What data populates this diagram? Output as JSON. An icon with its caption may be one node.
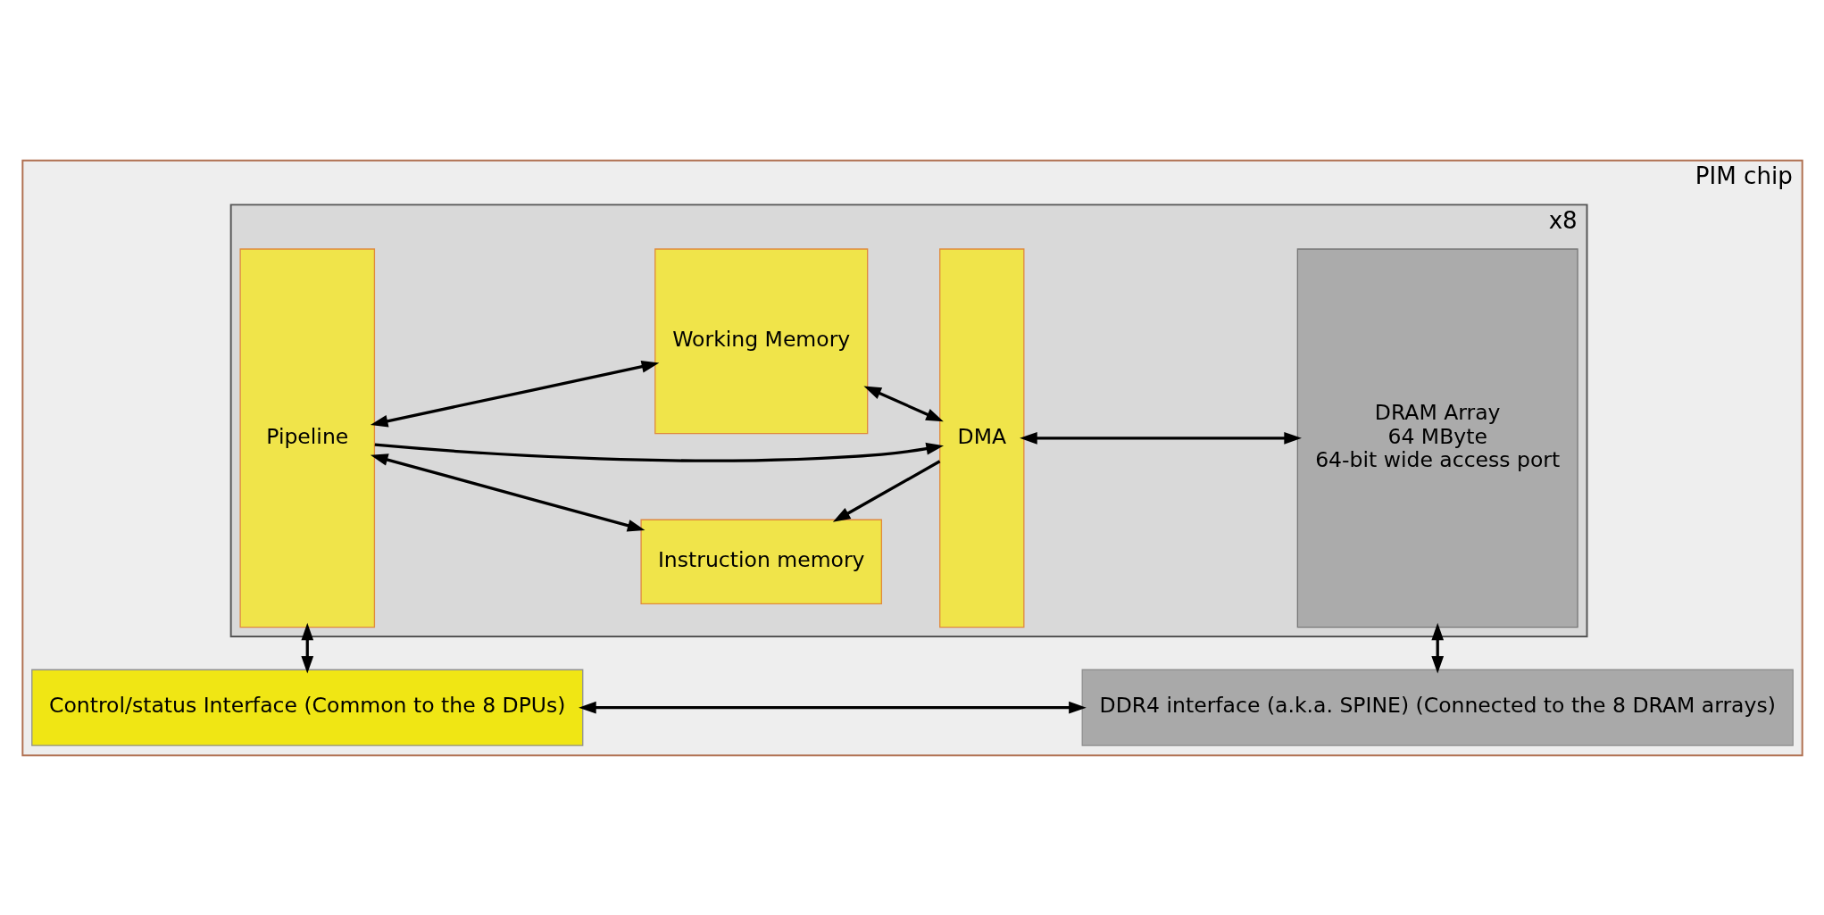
{
  "diagram": {
    "nodes": [
      {
        "text": [
          "PIM chip"
        ]
      },
      {
        "text": [
          "Control/status Interface (Common to the 8 DPUs)"
        ],
        "in": 0
      },
      {
        "text": [
          "DDR4 interface (a.k.a. SPINE) (Connected to the 8 DRAM arrays)"
        ],
        "in": 0
      },
      {
        "text": [],
        "shape": "box",
        "in": 0,
        "beside": [
          "x8"
        ]
      },
      {
        "text": [
          "Pipeline"
        ],
        "in": 3
      },
      {
        "text": [
          "Instruction memory"
        ],
        "in": 3
      },
      {
        "text": [
          "DMA"
        ],
        "in": 3
      },
      {
        "text": [
          "Working Memory"
        ],
        "in": 3
      },
      {
        "text": [
          "DRAM Array",
          "64 MByte",
          "64-bit wide access port"
        ],
        "in": 3
      }
    ],
    "edges": [
      {
        "from": 1,
        "to": 2,
        "arrow": "both"
      },
      {
        "from": 1,
        "to": 4,
        "arrow": "both"
      },
      {
        "from": 2,
        "to": 8,
        "arrow": "both"
      },
      {
        "from": 4,
        "to": 5,
        "arrow": "both"
      },
      {
        "from": 6,
        "to": 5,
        "arrow": "to"
      },
      {
        "from": 4,
        "to": 6,
        "arrow": "to"
      },
      {
        "from": 4,
        "to": 7,
        "arrow": "both"
      },
      {
        "from": 7,
        "to": 6,
        "arrow": "both"
      },
      {
        "from": 6,
        "to": 8,
        "arrow": "both"
      }
    ]
  }
}
